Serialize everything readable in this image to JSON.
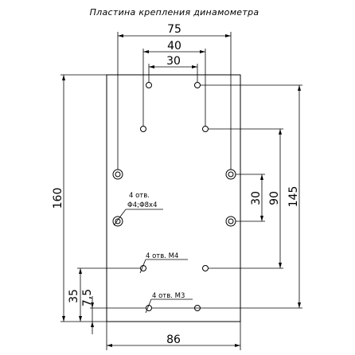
{
  "title": "Пластина крепления динамометра",
  "dimensions": {
    "width_75": "75",
    "width_40": "40",
    "width_30": "30",
    "height_160": "160",
    "height_145": "145",
    "height_90": "90",
    "height_30": "30",
    "offset_35": "35",
    "offset_7_5": "7,5",
    "width_86": "86"
  },
  "notes": {
    "holes_d4_count": "4 отв.",
    "holes_d4_spec": "Φ4;Φ8x4",
    "holes_m4": "4 отв. М4",
    "holes_m3": "4 отв. М3"
  }
}
